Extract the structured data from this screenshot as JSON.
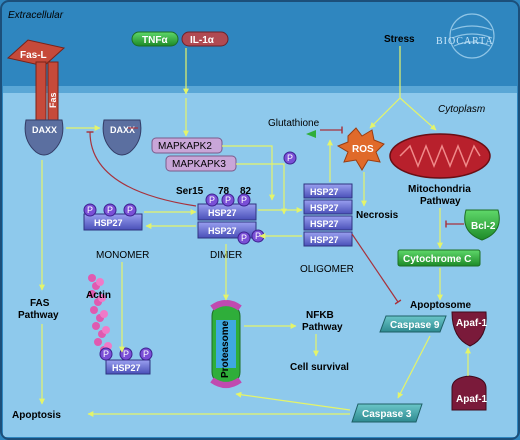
{
  "regions": {
    "extracellular": "Extracellular",
    "cytoplasm": "Cytoplasm"
  },
  "logo": {
    "text": "BIOCARTA"
  },
  "nodes": {
    "fasl": "Fas-L",
    "fas": "Fas",
    "daxx_membrane": "DAXX",
    "daxx": "DAXX",
    "tnf": "TNFα",
    "il1": "IL-1α",
    "stress": "Stress",
    "mapkapk2": "MAPKAPK2",
    "mapkapk3": "MAPKAPK3",
    "glutathione": "Glutathione",
    "ros": "ROS",
    "mito": "Mitochondria",
    "mito_pathway": "Pathway",
    "bcl2": "Bcl-2",
    "cytc": "Cytochrome C",
    "apoptosome": "Apoptosome",
    "casp9": "Caspase 9",
    "apaf1_top": "Apaf-1",
    "apaf1_bottom": "Apaf-1",
    "casp3": "Caspase 3",
    "hsp27": "HSP27",
    "phospho": "P",
    "ser15": "Ser15",
    "s78": "78",
    "s82": "82",
    "dimer": "DIMER",
    "monomer": "MONOMER",
    "oligomer": "OLIGOMER",
    "necrosis": "Necrosis",
    "actin": "Actin",
    "proteasome": "Proteasome",
    "nfkb1": "NFKB",
    "nfkb2": "Pathway",
    "cell_survival": "Cell survival",
    "fas_pathway1": "FAS",
    "fas_pathway2": "Pathway",
    "apoptosis": "Apoptosis"
  },
  "colors": {
    "extracellular": "#2f86bf",
    "cytoplasm": "#8ec9ec",
    "arrow": "#e4f46a",
    "inhibit": "#a8323c",
    "hsp27": "#6a70d8",
    "phospho": "#7a4fd6",
    "green_box": "#2fae3a",
    "ros": "#e06a2a"
  }
}
